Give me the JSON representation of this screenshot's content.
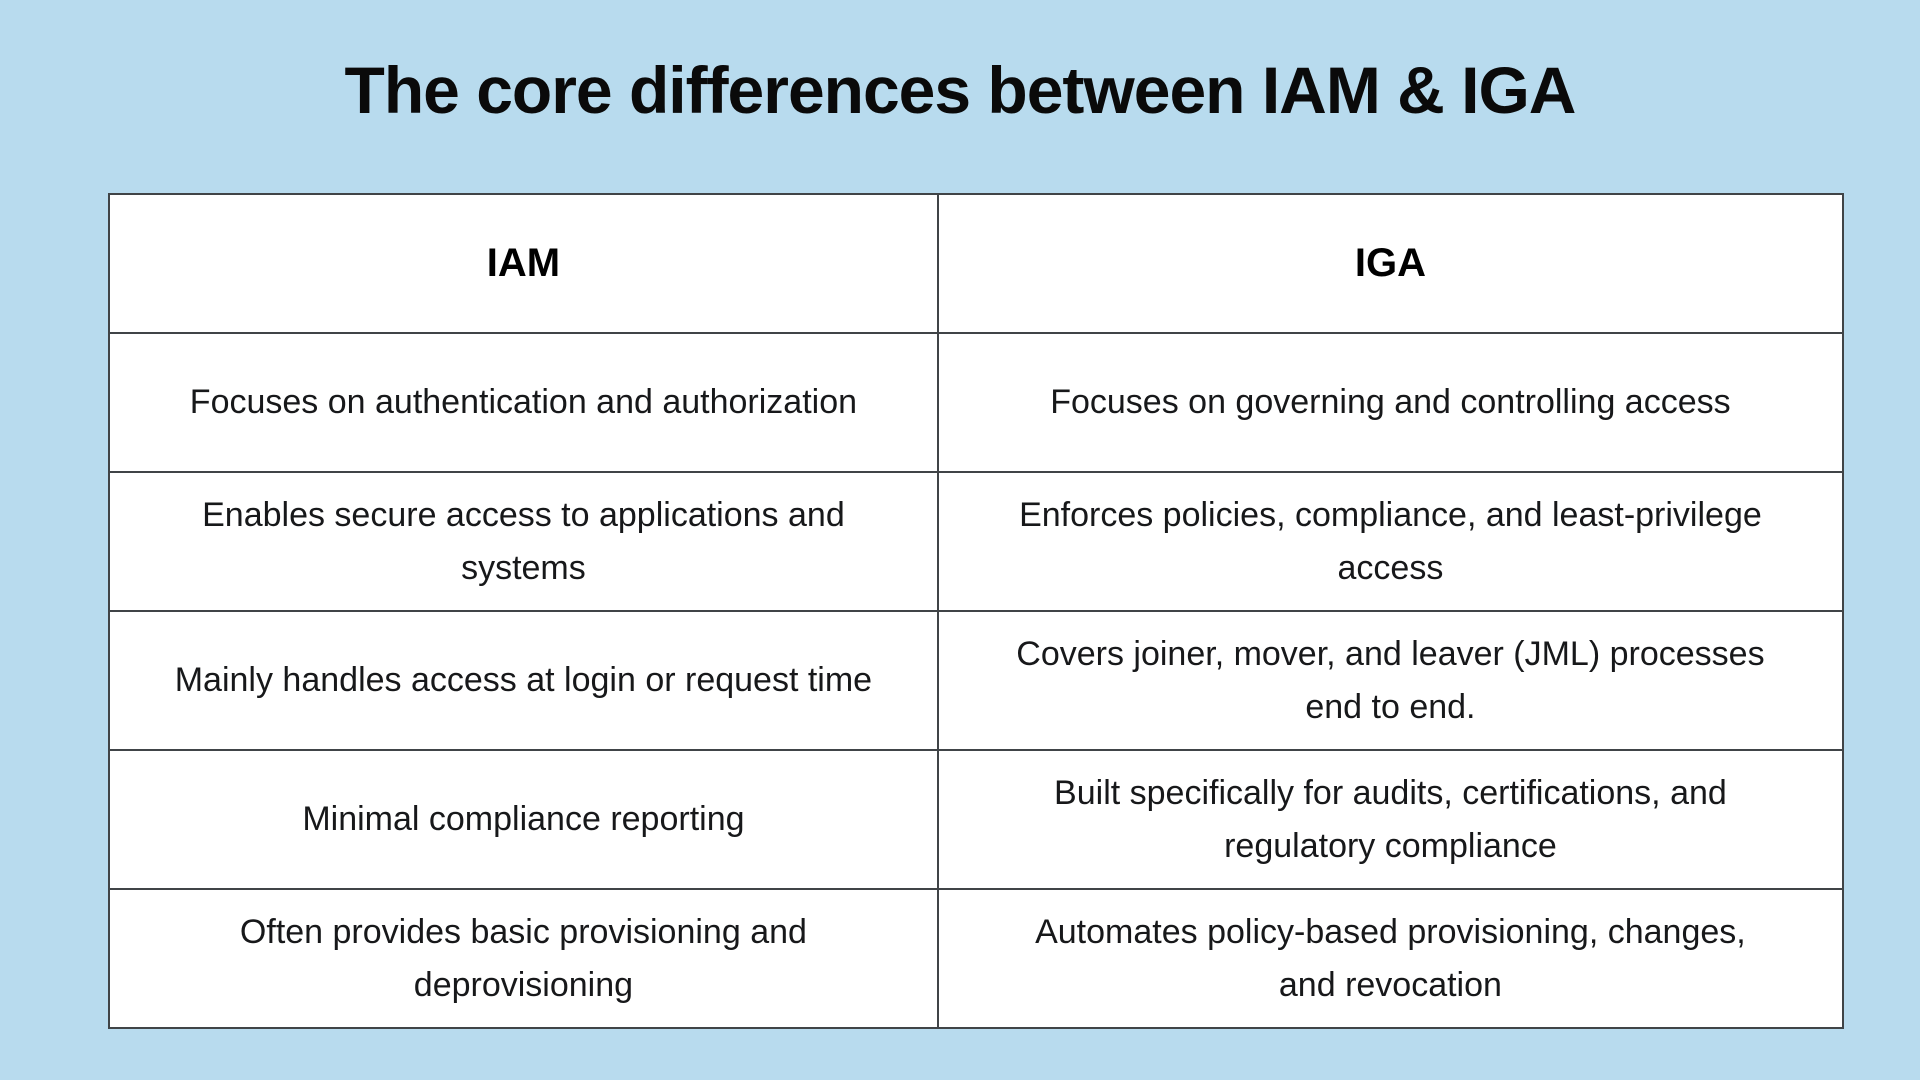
{
  "page": {
    "title": "The core differences between IAM & IGA",
    "background_color": "#b8dbee"
  },
  "table": {
    "columns": [
      {
        "label": "IAM"
      },
      {
        "label": "IGA"
      }
    ],
    "rows": [
      {
        "iam": "Focuses on authentication and authorization",
        "iga": "Focuses on governing and controlling access"
      },
      {
        "iam": "Enables secure access to applications and\nsystems",
        "iga": "Enforces policies, compliance, and least-privilege\naccess"
      },
      {
        "iam": "Mainly handles access at login or request time",
        "iga": "Covers joiner, mover, and leaver (JML) processes\nend to end."
      },
      {
        "iam": "Minimal compliance reporting",
        "iga": "Built specifically for audits, certifications, and\nregulatory compliance"
      },
      {
        "iam": "Often provides basic provisioning and\ndeprovisioning",
        "iga": "Automates policy-based provisioning, changes,\nand revocation"
      }
    ],
    "style": {
      "cell_background": "#ffffff",
      "border_color": "#404447",
      "text_color": "#17181a"
    }
  },
  "chart_data": {
    "type": "table",
    "title": "The core differences between IAM & IGA",
    "columns": [
      "IAM",
      "IGA"
    ],
    "rows": [
      [
        "Focuses on authentication and authorization",
        "Focuses on governing and controlling access"
      ],
      [
        "Enables secure access to applications and systems",
        "Enforces policies, compliance, and least-privilege access"
      ],
      [
        "Mainly handles access at login or request time",
        "Covers joiner, mover, and leaver (JML) processes end to end."
      ],
      [
        "Minimal compliance reporting",
        "Built specifically for audits, certifications, and regulatory compliance"
      ],
      [
        "Often provides basic provisioning and deprovisioning",
        "Automates policy-based provisioning, changes, and revocation"
      ]
    ]
  }
}
